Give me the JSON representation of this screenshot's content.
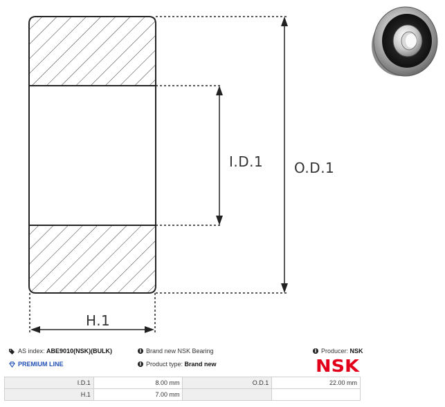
{
  "diagram": {
    "labels": {
      "inner_diameter": "I.D.1",
      "outer_diameter": "O.D.1",
      "height": "H.1"
    }
  },
  "product_photo": {
    "icon": "bearing-photo"
  },
  "info": {
    "as_index_label": "AS index:",
    "as_index_value": "ABE9010(NSK)(BULK)",
    "premium_line": "PREMIUM LINE",
    "condition": "Brand new NSK Bearing",
    "product_type_label": "Product type:",
    "product_type_value": "Brand new",
    "producer_label": "Producer:",
    "producer_value": "NSK",
    "brand_logo": "NSK",
    "brand_color": "#e3001b",
    "premium_color": "#1f4fb5"
  },
  "specs": [
    {
      "k1": "I.D.1",
      "v1": "8.00 mm",
      "k2": "O.D.1",
      "v2": "22.00 mm"
    },
    {
      "k1": "H.1",
      "v1": "7.00 mm",
      "k2": "",
      "v2": ""
    }
  ]
}
